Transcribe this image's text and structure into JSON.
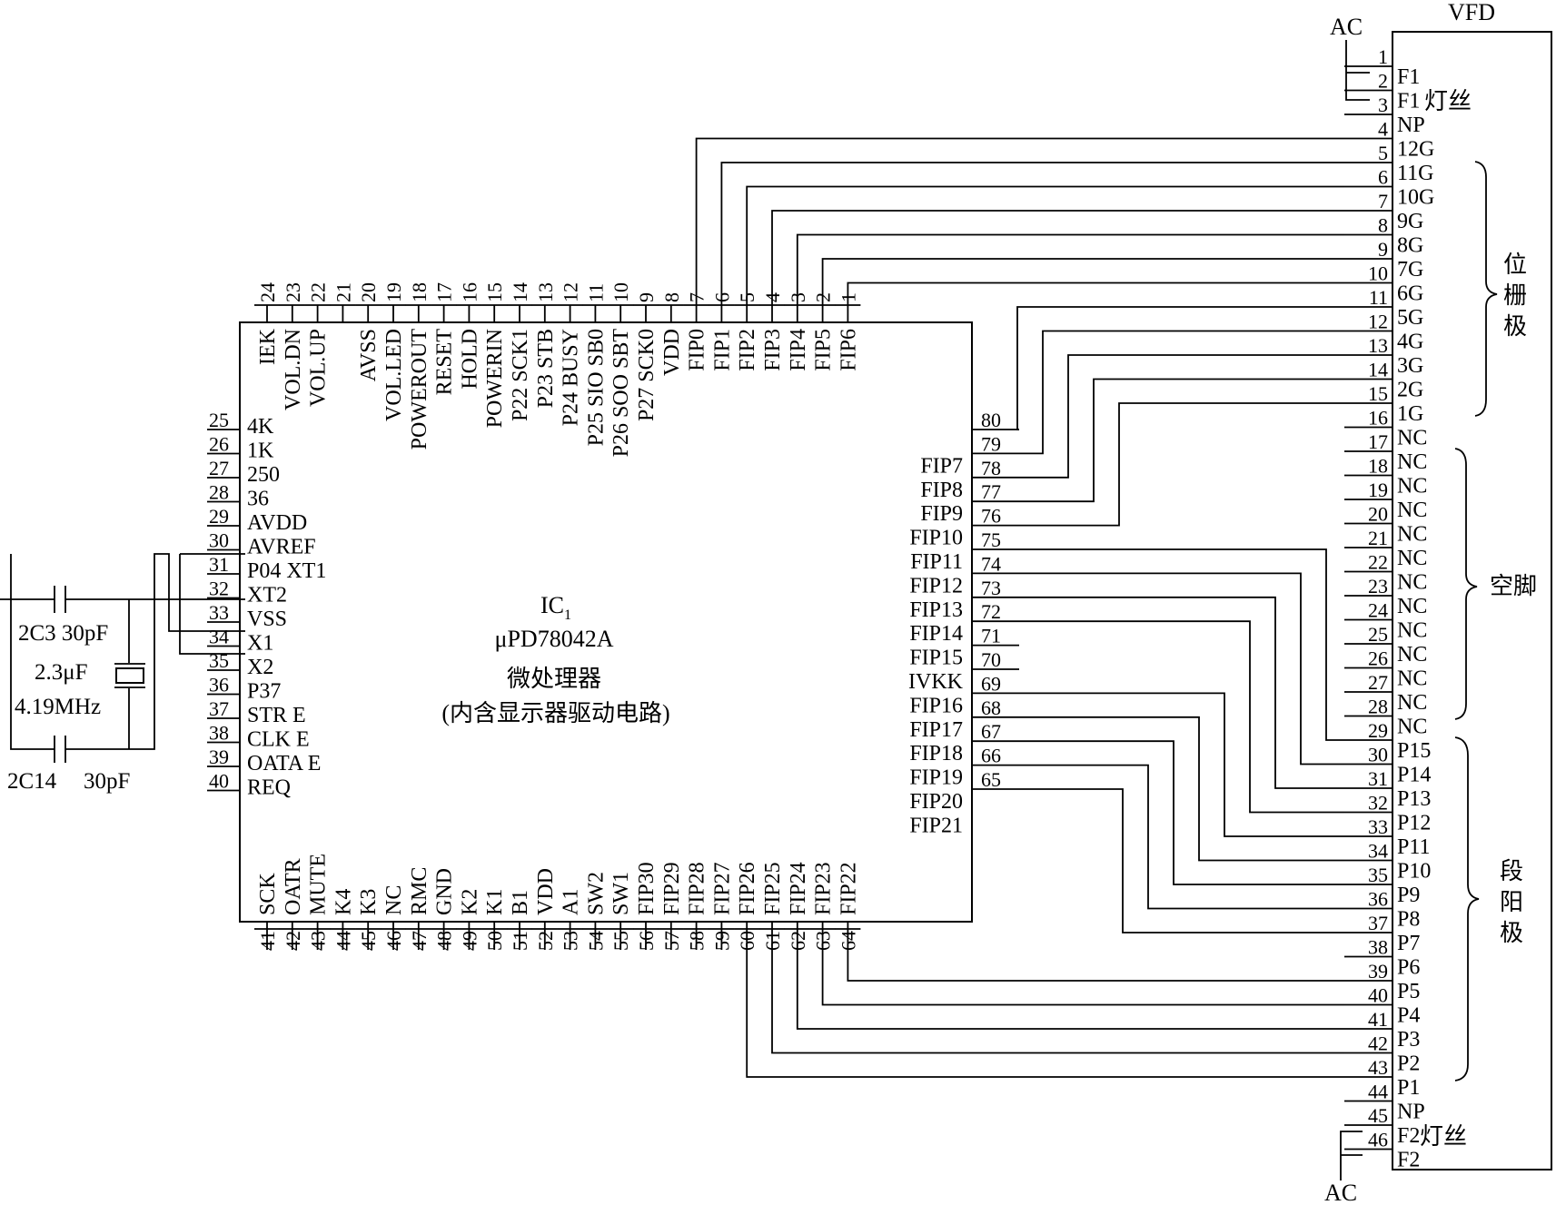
{
  "ic": {
    "ref": "IC",
    "ref_sub": "1",
    "part": "μPD78042A",
    "desc": "微处理器",
    "desc2": "(内含显示器驱动电路)",
    "top_pins": [
      {
        "n": "24",
        "name": "IEK"
      },
      {
        "n": "23",
        "name": "VOL.DN"
      },
      {
        "n": "22",
        "name": "VOL.UP"
      },
      {
        "n": "21",
        "name": ""
      },
      {
        "n": "20",
        "name": "AVSS"
      },
      {
        "n": "19",
        "name": "VOL.LED"
      },
      {
        "n": "18",
        "name": "POWEROUT"
      },
      {
        "n": "17",
        "name": "RESET"
      },
      {
        "n": "16",
        "name": "HOLD"
      },
      {
        "n": "15",
        "name": "POWERIN"
      },
      {
        "n": "14",
        "name": "P22 SCK1"
      },
      {
        "n": "13",
        "name": "P23 STB"
      },
      {
        "n": "12",
        "name": "P24 BUSY"
      },
      {
        "n": "11",
        "name": "P25 SIO SB0"
      },
      {
        "n": "10",
        "name": "P26 SOO SBT"
      },
      {
        "n": "9",
        "name": "P27 SCK0"
      },
      {
        "n": "8",
        "name": "VDD"
      },
      {
        "n": "7",
        "name": "FIP0"
      },
      {
        "n": "6",
        "name": "FIP1"
      },
      {
        "n": "5",
        "name": "FIP2"
      },
      {
        "n": "4",
        "name": "FIP3"
      },
      {
        "n": "3",
        "name": "FIP4"
      },
      {
        "n": "2",
        "name": "FIP5"
      },
      {
        "n": "1",
        "name": "FIP6"
      }
    ],
    "left_pins": [
      {
        "n": "25",
        "name": "4K"
      },
      {
        "n": "26",
        "name": "1K"
      },
      {
        "n": "27",
        "name": "250"
      },
      {
        "n": "28",
        "name": "36"
      },
      {
        "n": "29",
        "name": "AVDD"
      },
      {
        "n": "30",
        "name": "AVREF"
      },
      {
        "n": "31",
        "name": "P04 XT1"
      },
      {
        "n": "32",
        "name": "XT2"
      },
      {
        "n": "33",
        "name": "VSS"
      },
      {
        "n": "34",
        "name": "X1"
      },
      {
        "n": "35",
        "name": "X2"
      },
      {
        "n": "36",
        "name": "P37"
      },
      {
        "n": "37",
        "name": "STR E"
      },
      {
        "n": "38",
        "name": "CLK E"
      },
      {
        "n": "39",
        "name": "OATA E"
      },
      {
        "n": "40",
        "name": "REQ"
      }
    ],
    "bottom_pins": [
      {
        "n": "41",
        "name": "SCK"
      },
      {
        "n": "42",
        "name": "OATR"
      },
      {
        "n": "43",
        "name": "MUTE"
      },
      {
        "n": "44",
        "name": "K4"
      },
      {
        "n": "45",
        "name": "K3"
      },
      {
        "n": "46",
        "name": "NC"
      },
      {
        "n": "47",
        "name": "RMC"
      },
      {
        "n": "48",
        "name": "GND"
      },
      {
        "n": "49",
        "name": "K2"
      },
      {
        "n": "50",
        "name": "K1"
      },
      {
        "n": "51",
        "name": "B1"
      },
      {
        "n": "52",
        "name": "VDD"
      },
      {
        "n": "53",
        "name": "A1"
      },
      {
        "n": "54",
        "name": "SW2"
      },
      {
        "n": "55",
        "name": "SW1"
      },
      {
        "n": "56",
        "name": "FIP30"
      },
      {
        "n": "57",
        "name": "FIP29"
      },
      {
        "n": "58",
        "name": "FIP28"
      },
      {
        "n": "59",
        "name": "FIP27"
      },
      {
        "n": "60",
        "name": "FIP26"
      },
      {
        "n": "61",
        "name": "FIP25"
      },
      {
        "n": "62",
        "name": "FIP24"
      },
      {
        "n": "63",
        "name": "FIP23"
      },
      {
        "n": "64",
        "name": "FIP22"
      }
    ],
    "right_pins": [
      {
        "n": "80",
        "name": ""
      },
      {
        "n": "79",
        "name": "FIP7"
      },
      {
        "n": "78",
        "name": "FIP8"
      },
      {
        "n": "77",
        "name": "FIP9"
      },
      {
        "n": "76",
        "name": "FIP10"
      },
      {
        "n": "75",
        "name": "FIP11"
      },
      {
        "n": "74",
        "name": "FIP12"
      },
      {
        "n": "73",
        "name": "FIP13"
      },
      {
        "n": "72",
        "name": "FIP14"
      },
      {
        "n": "71",
        "name": "FIP15"
      },
      {
        "n": "70",
        "name": "IVKK"
      },
      {
        "n": "69",
        "name": "FIP16"
      },
      {
        "n": "68",
        "name": "FIP17"
      },
      {
        "n": "67",
        "name": "FIP18"
      },
      {
        "n": "66",
        "name": "FIP19"
      },
      {
        "n": "65",
        "name": "FIP20"
      },
      {
        "n": "",
        "name": "FIP21"
      }
    ]
  },
  "vfd": {
    "title": "VFD",
    "pins": [
      {
        "n": "1",
        "name": "F1"
      },
      {
        "n": "2",
        "name": "F1"
      },
      {
        "n": "3",
        "name": "NP"
      },
      {
        "n": "4",
        "name": "12G"
      },
      {
        "n": "5",
        "name": "11G"
      },
      {
        "n": "6",
        "name": "10G"
      },
      {
        "n": "7",
        "name": "9G"
      },
      {
        "n": "8",
        "name": "8G"
      },
      {
        "n": "9",
        "name": "7G"
      },
      {
        "n": "10",
        "name": "6G"
      },
      {
        "n": "11",
        "name": "5G"
      },
      {
        "n": "12",
        "name": "4G"
      },
      {
        "n": "13",
        "name": "3G"
      },
      {
        "n": "14",
        "name": "2G"
      },
      {
        "n": "15",
        "name": "1G"
      },
      {
        "n": "16",
        "name": "NC"
      },
      {
        "n": "17",
        "name": "NC"
      },
      {
        "n": "18",
        "name": "NC"
      },
      {
        "n": "19",
        "name": "NC"
      },
      {
        "n": "20",
        "name": "NC"
      },
      {
        "n": "21",
        "name": "NC"
      },
      {
        "n": "22",
        "name": "NC"
      },
      {
        "n": "23",
        "name": "NC"
      },
      {
        "n": "24",
        "name": "NC"
      },
      {
        "n": "25",
        "name": "NC"
      },
      {
        "n": "26",
        "name": "NC"
      },
      {
        "n": "27",
        "name": "NC"
      },
      {
        "n": "28",
        "name": "NC"
      },
      {
        "n": "29",
        "name": "P15"
      },
      {
        "n": "30",
        "name": "P14"
      },
      {
        "n": "31",
        "name": "P13"
      },
      {
        "n": "32",
        "name": "P12"
      },
      {
        "n": "33",
        "name": "P11"
      },
      {
        "n": "34",
        "name": "P10"
      },
      {
        "n": "35",
        "name": "P9"
      },
      {
        "n": "36",
        "name": "P8"
      },
      {
        "n": "37",
        "name": "P7"
      },
      {
        "n": "38",
        "name": "P6"
      },
      {
        "n": "39",
        "name": "P5"
      },
      {
        "n": "40",
        "name": "P4"
      },
      {
        "n": "41",
        "name": "P3"
      },
      {
        "n": "42",
        "name": "P2"
      },
      {
        "n": "43",
        "name": "P1"
      },
      {
        "n": "44",
        "name": "NP"
      },
      {
        "n": "45",
        "name": "F2"
      },
      {
        "n": "46",
        "name": "F2"
      }
    ],
    "filament_label": "灯丝",
    "group_grid": "位栅极",
    "group_nc": "空脚",
    "group_seg": "段阳极",
    "ac": "AC"
  },
  "osc": {
    "c1": "2C3 30pF",
    "cap_val": "2.3μF",
    "freq": "4.19MHz",
    "c2": "2C14",
    "c2_val": "30pF"
  }
}
